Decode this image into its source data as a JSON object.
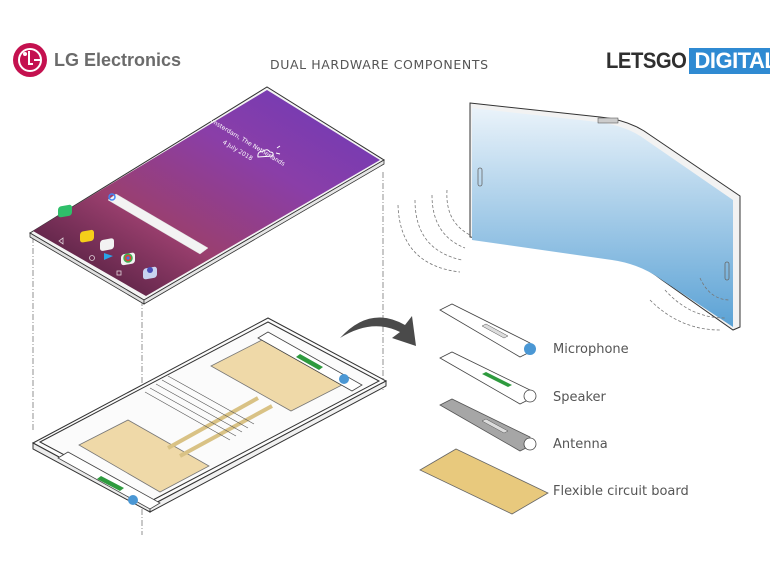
{
  "header": {
    "left_logo": {
      "icon": "lg-face-icon",
      "text": "LG Electronics",
      "brand_color": "#c4114f"
    },
    "title": "DUAL HARDWARE COMPONENTS",
    "right_logo": {
      "part1": "LETSGO",
      "part2": "DIGITAL",
      "part1_color": "#2f2f2f",
      "part2_bg": "#2f8ad2"
    }
  },
  "phone_screen": {
    "location": "Amsterdam, The Netherlands",
    "date": "4 July 2018",
    "weather_icon": "cloud-sun-icon",
    "apps": [
      "phone-icon",
      "memo-icon",
      "play-store-icon",
      "chrome-icon",
      "camera-icon"
    ],
    "nav": [
      "back-icon",
      "home-icon",
      "recents-icon"
    ],
    "search_icon": "google-icon",
    "gradient": [
      "#7b3aa8",
      "#a8456e",
      "#4a1e3a"
    ]
  },
  "components": [
    {
      "label": "Microphone",
      "dot_color": "#4a97d4"
    },
    {
      "label": "Speaker",
      "dot_color": "#ffffff"
    },
    {
      "label": "Antenna",
      "dot_color": "#ffffff"
    },
    {
      "label": "Flexible circuit board",
      "fill_color": "#e8c97d"
    }
  ],
  "colors": {
    "circuit_board": "#efd9a8",
    "speaker_grill": "#2e9a3e",
    "mic_dot": "#4a97d4",
    "folded_screen_top": "#dcecf6",
    "folded_screen_bottom": "#5ea4d6",
    "arrow": "#4a4a4a",
    "antenna": "#a6a6a6"
  }
}
